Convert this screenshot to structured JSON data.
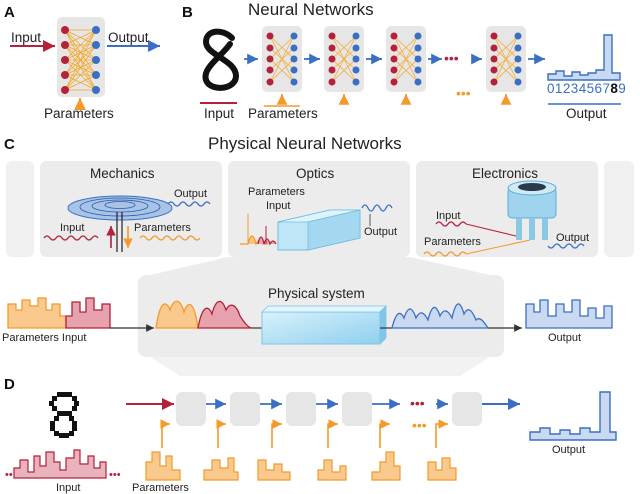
{
  "panels": {
    "a": "A",
    "b": "B",
    "c": "C",
    "d": "D"
  },
  "panel_a": {
    "input": "Input",
    "output": "Output",
    "parameters": "Parameters"
  },
  "panel_b": {
    "title": "Neural Networks",
    "input": "Input",
    "parameters": "Parameters",
    "output": "Output",
    "digits": [
      "0",
      "1",
      "2",
      "3",
      "4",
      "5",
      "6",
      "7",
      "8",
      "9"
    ],
    "highlight_digit": "8"
  },
  "panel_c": {
    "title": "Physical Neural Networks",
    "mechanics": {
      "title": "Mechanics",
      "output": "Output",
      "input": "Input",
      "parameters": "Parameters"
    },
    "optics": {
      "title": "Optics",
      "parameters": "Parameters",
      "input": "Input",
      "output": "Output"
    },
    "electronics": {
      "title": "Electronics",
      "input": "Input",
      "parameters": "Parameters",
      "output": "Output"
    },
    "system": {
      "title": "Physical system",
      "parameters_input": "Parameters Input",
      "output": "Output"
    }
  },
  "panel_d": {
    "input": "Input",
    "parameters": "Parameters",
    "output": "Output"
  },
  "colors": {
    "input": "#b5213a",
    "parameters": "#f39a2b",
    "output": "#3a6fc4",
    "network": "#f5a623",
    "box": "#ececec"
  }
}
